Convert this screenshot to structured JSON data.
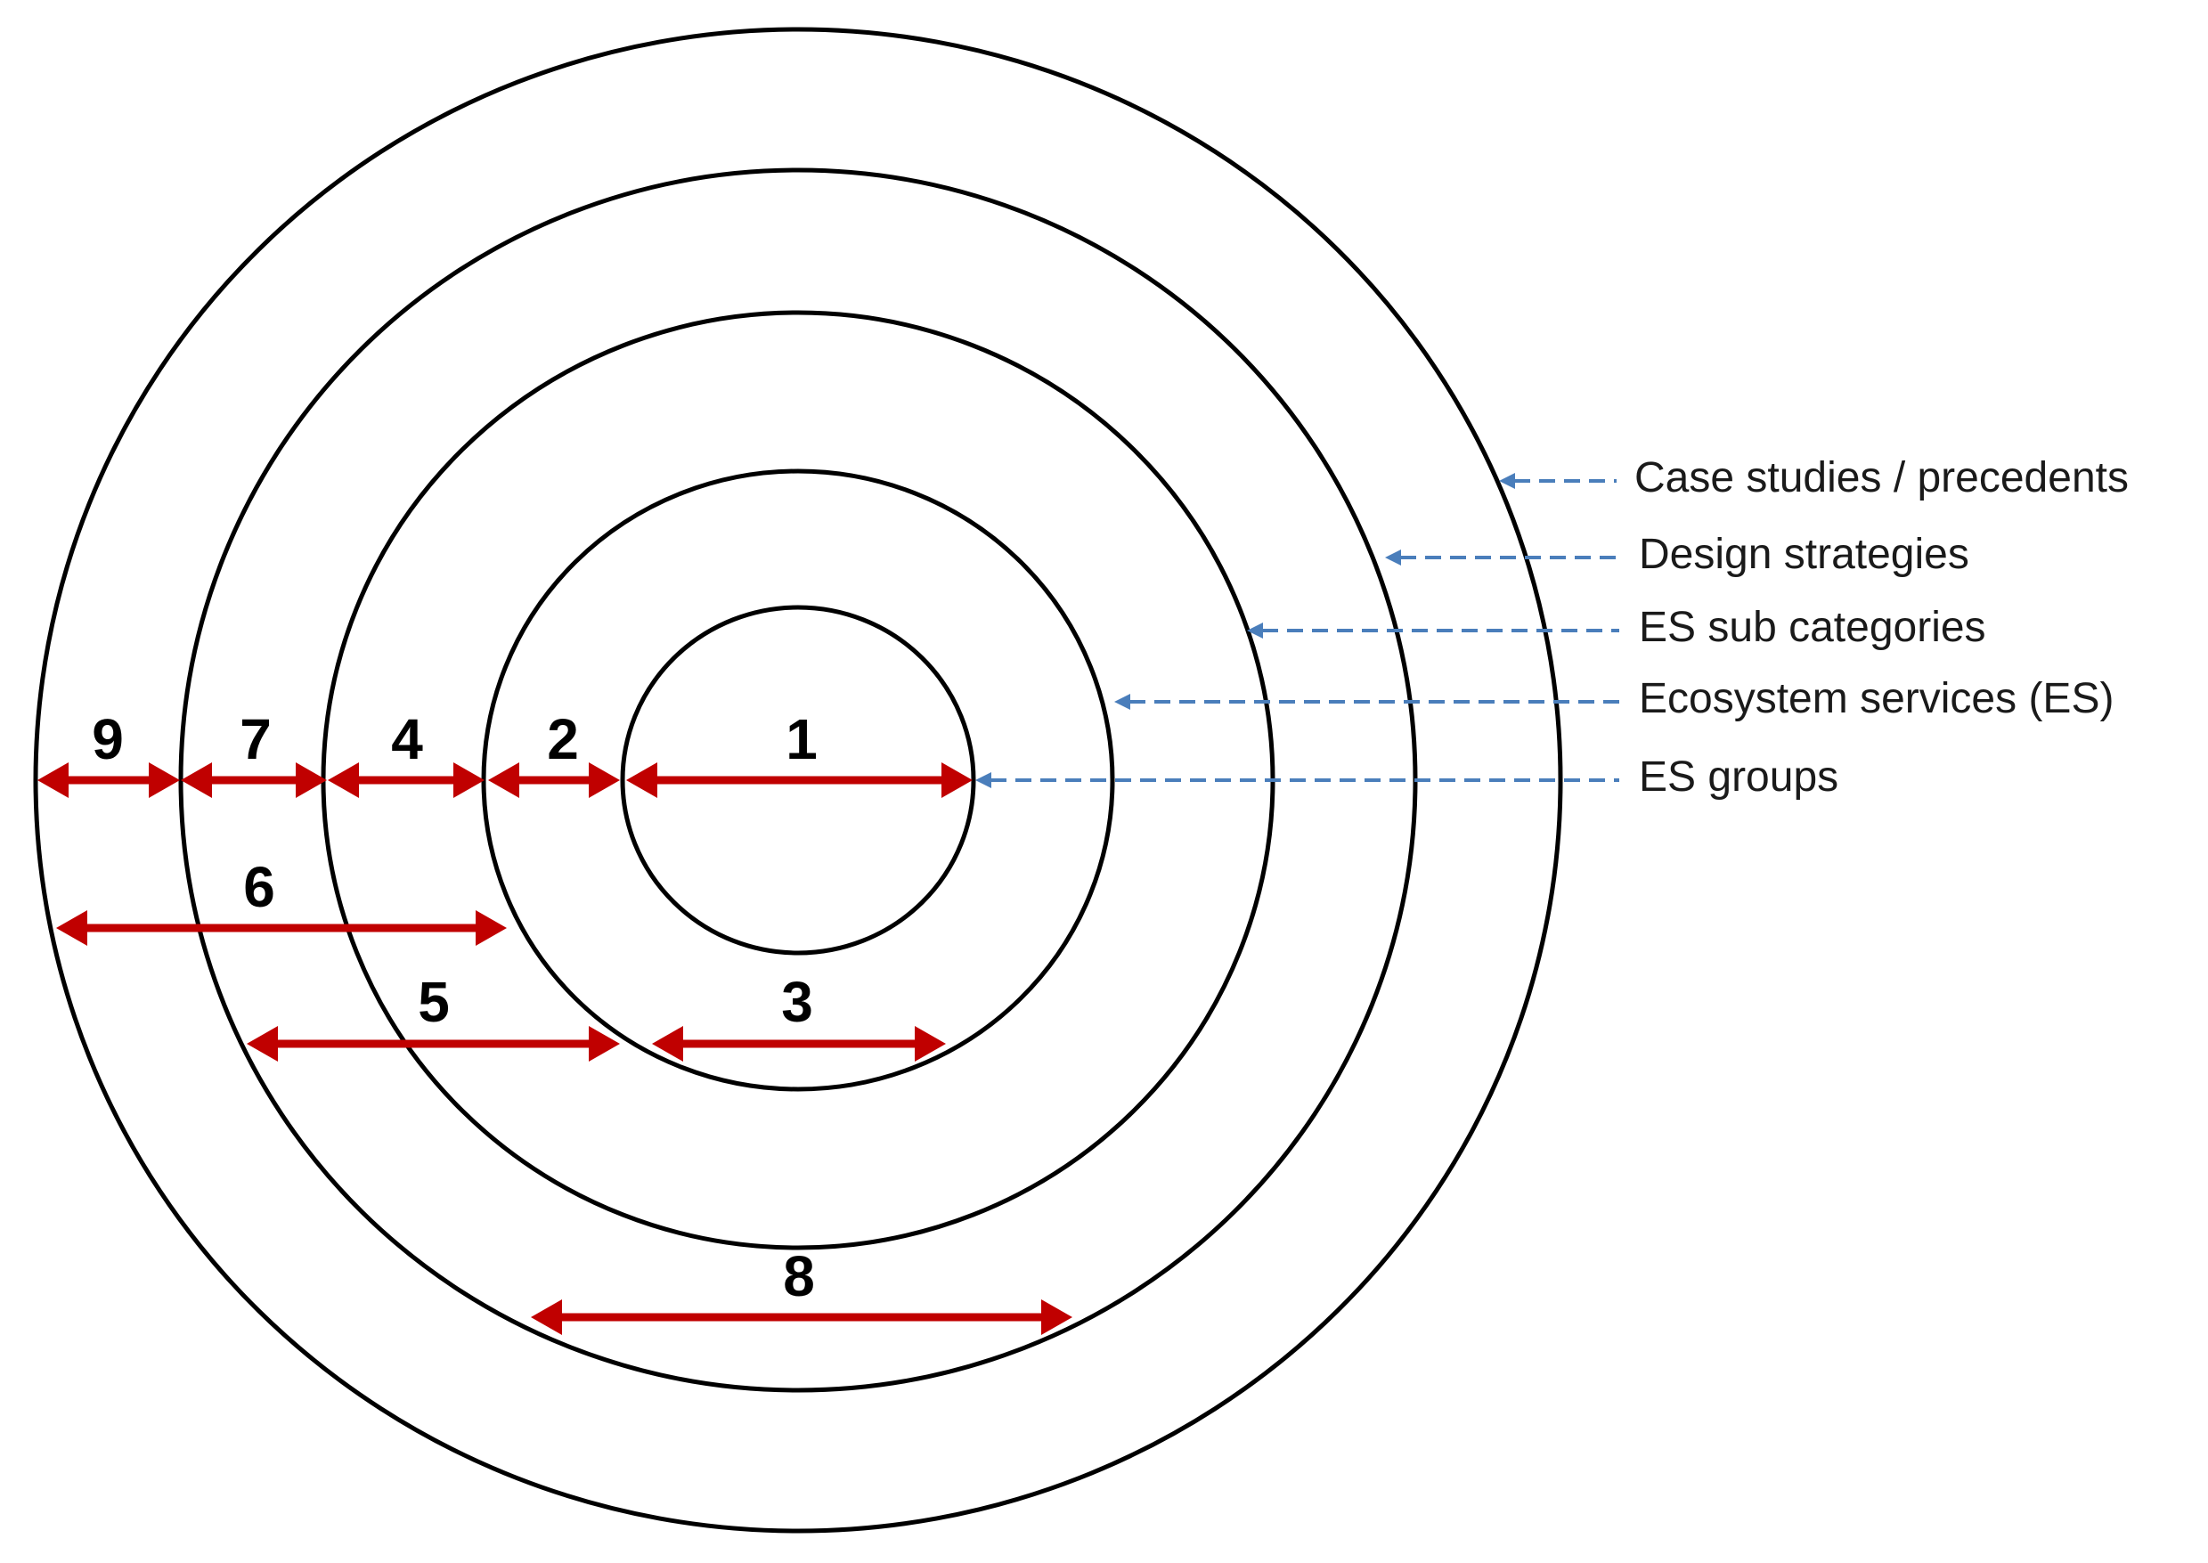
{
  "diagram": {
    "ring_labels": [
      {
        "id": "case-studies",
        "text": "Case studies / precedents"
      },
      {
        "id": "design-strategies",
        "text": "Design strategies"
      },
      {
        "id": "es-sub-categories",
        "text": "ES sub categories"
      },
      {
        "id": "ecosystem-services",
        "text": "Ecosystem services (ES)"
      },
      {
        "id": "es-groups",
        "text": "ES groups"
      }
    ],
    "arrow_numbers": [
      "1",
      "2",
      "3",
      "4",
      "5",
      "6",
      "7",
      "8",
      "9"
    ],
    "colors": {
      "rings": "#000000",
      "arrows": "#c00000",
      "leaders": "#4a7ebb"
    }
  }
}
